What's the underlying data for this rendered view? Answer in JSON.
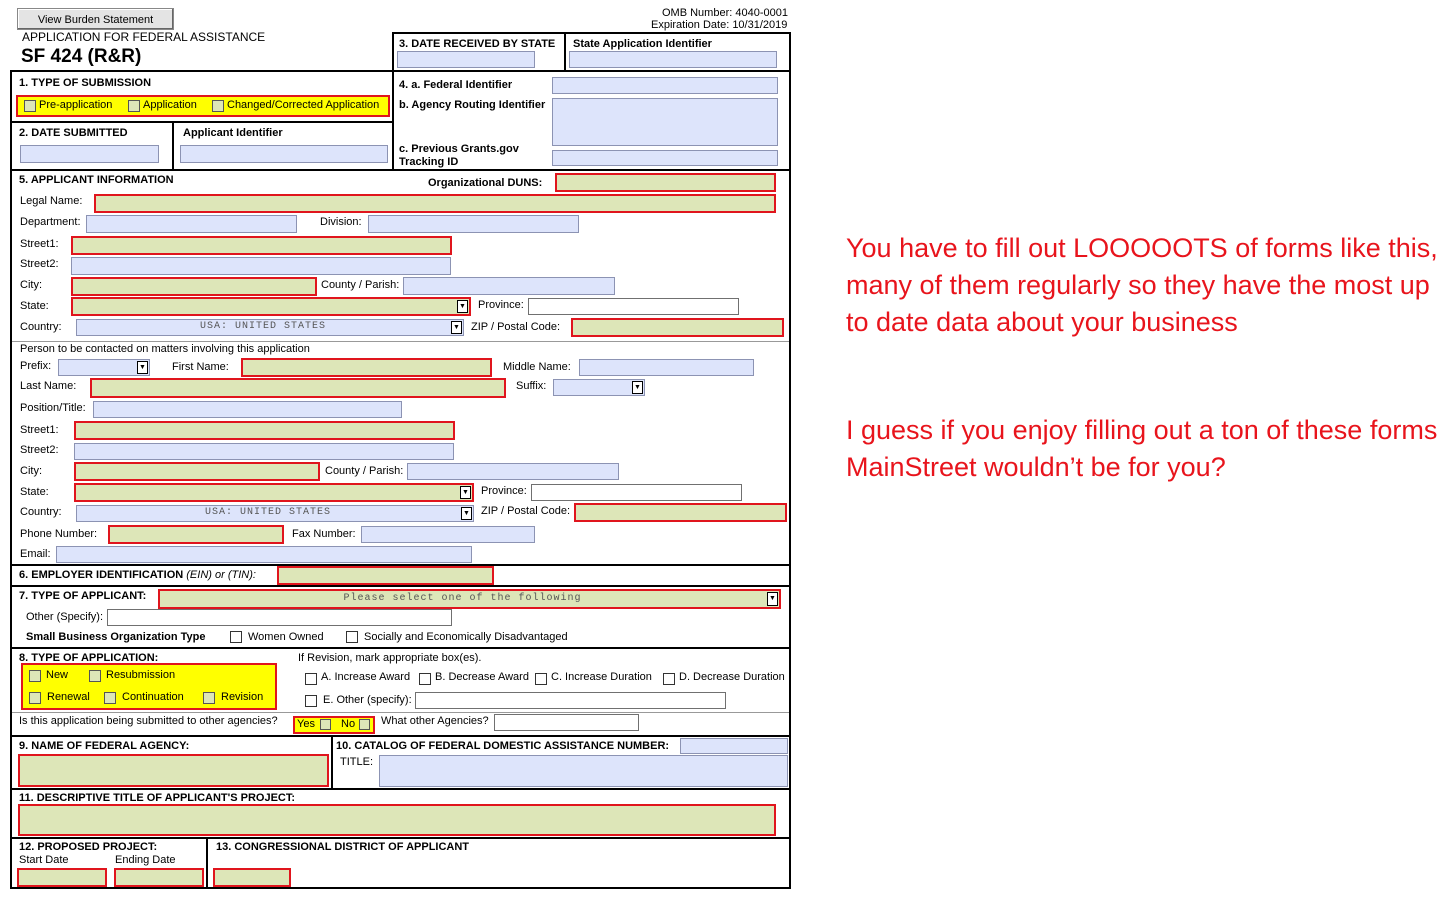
{
  "header": {
    "burden_button": "View Burden Statement",
    "omb_number": "OMB Number: 4040-0001",
    "expiration": "Expiration Date: 10/31/2019",
    "app_title": "APPLICATION FOR FEDERAL ASSISTANCE",
    "form_name": "SF 424 (R&R)"
  },
  "s3": {
    "date_received": "3. DATE RECEIVED BY STATE",
    "state_app_id": "State Application Identifier"
  },
  "s1": {
    "title": "1. TYPE OF SUBMISSION",
    "options": [
      "Pre-application",
      "Application",
      "Changed/Corrected Application"
    ]
  },
  "s4": {
    "federal_id": "4. a. Federal Identifier",
    "agency_routing": "b. Agency Routing Identifier",
    "prev_grants_1": "c. Previous Grants.gov",
    "prev_grants_2": "Tracking ID"
  },
  "s2": {
    "date_submitted": "2. DATE SUBMITTED",
    "applicant_id": "Applicant Identifier"
  },
  "s5": {
    "title": "5. APPLICANT INFORMATION",
    "duns": "Organizational DUNS:",
    "legal_name": "Legal Name:",
    "department": "Department:",
    "division": "Division:",
    "street1": "Street1:",
    "street2": "Street2:",
    "city": "City:",
    "county": "County / Parish:",
    "state": "State:",
    "province": "Province:",
    "country": "Country:",
    "country_value": "USA: UNITED STATES",
    "zip": "ZIP / Postal Code:",
    "contact_heading": "Person to be contacted on matters involving this application",
    "prefix": "Prefix:",
    "first_name": "First Name:",
    "middle_name": "Middle Name:",
    "last_name": "Last Name:",
    "suffix": "Suffix:",
    "position": "Position/Title:",
    "phone": "Phone Number:",
    "fax": "Fax Number:",
    "email": "Email:"
  },
  "s6": {
    "label_a": "6. EMPLOYER IDENTIFICATION",
    "label_b": "(EIN)",
    "label_c": "or",
    "label_d": "(TIN):"
  },
  "s7": {
    "title": "7. TYPE OF APPLICANT:",
    "select_placeholder": "Please select one of the following",
    "other": "Other (Specify):",
    "sbo_type": "Small Business Organization Type",
    "women_owned": "Women Owned",
    "disadvantaged": "Socially and Economically Disadvantaged"
  },
  "s8": {
    "title": "8. TYPE OF APPLICATION:",
    "options": [
      "New",
      "Resubmission",
      "Renewal",
      "Continuation",
      "Revision"
    ],
    "revision_heading": "If Revision, mark appropriate box(es).",
    "rev_a": "A. Increase Award",
    "rev_b": "B. Decrease Award",
    "rev_c": "C. Increase Duration",
    "rev_d": "D. Decrease Duration",
    "rev_e": "E. Other (specify):",
    "other_agencies_q": "Is this application being submitted to other agencies?",
    "yes": "Yes",
    "no": "No",
    "what_agencies": "What other Agencies?"
  },
  "s9": {
    "title": "9. NAME OF FEDERAL AGENCY:"
  },
  "s10": {
    "title": "10. CATALOG OF FEDERAL DOMESTIC ASSISTANCE NUMBER:",
    "title_label": "TITLE:"
  },
  "s11": {
    "title": "11. DESCRIPTIVE TITLE OF APPLICANT'S PROJECT:"
  },
  "s12": {
    "title": "12. PROPOSED PROJECT:",
    "start": "Start Date",
    "end": "Ending Date"
  },
  "s13": {
    "title": "13. CONGRESSIONAL DISTRICT OF APPLICANT"
  },
  "annotation": {
    "para1": "You have to fill out LOOOOOTS of forms like this, many of them regularly so they have the most up to date data about your business",
    "para2": "I guess if you enjoy filling out a ton of these forms MainStreet wouldn’t be for you?"
  },
  "colors": {
    "required_fill": "#dde6b8",
    "required_border": "#e0151d",
    "optional_fill": "#dde4fb",
    "highlight": "#ffff00",
    "annotation": "#e8141c"
  }
}
